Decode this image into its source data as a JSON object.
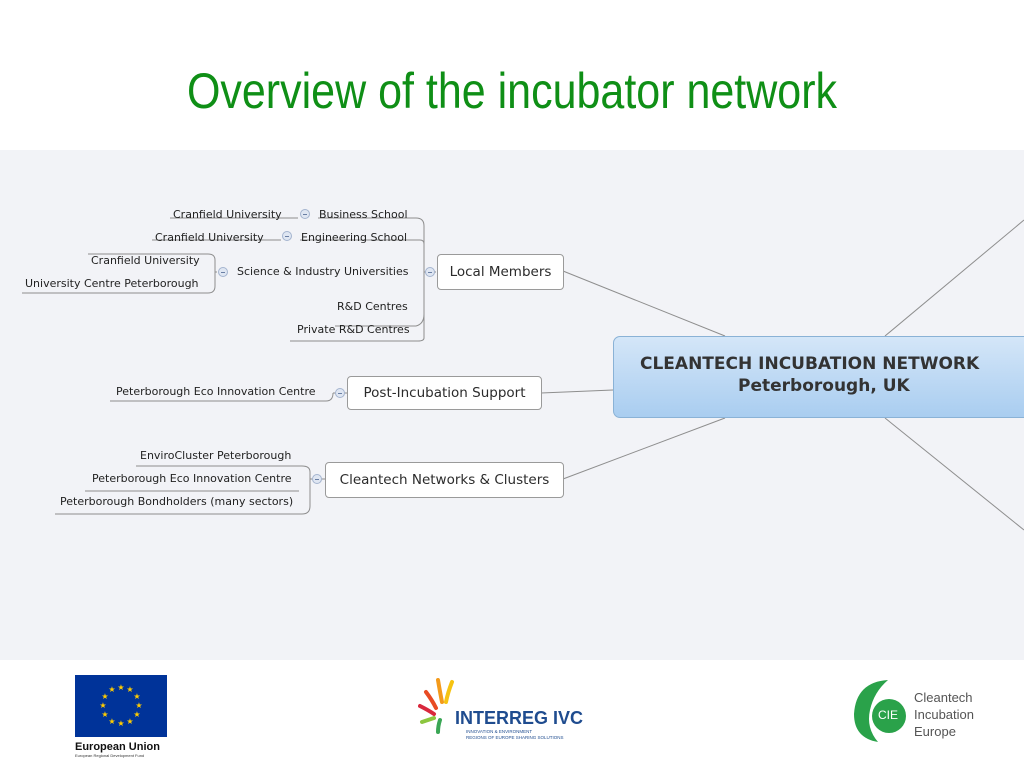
{
  "title": "Overview of the incubator network",
  "central": {
    "line1": "CLEANTECH INCUBATION NETWORK",
    "line2": "Peterborough, UK"
  },
  "branches": {
    "local_members": {
      "label": "Local Members",
      "business_school": {
        "label": "Business School",
        "child": "Cranfield University"
      },
      "engineering_school": {
        "label": "Engineering School",
        "child": "Cranfield University"
      },
      "universities": {
        "label": "Science & Industry Universities",
        "children": [
          "Cranfield University",
          "University Centre Peterborough"
        ]
      },
      "rd_centres": "R&D Centres",
      "private_rd": "Private R&D Centres"
    },
    "post_incubation": {
      "label": "Post-Incubation Support",
      "children": [
        "Peterborough Eco Innovation Centre"
      ]
    },
    "clusters": {
      "label": "Cleantech Networks & Clusters",
      "children": [
        "EnviroCluster Peterborough",
        "Peterborough Eco Innovation Centre",
        "Peterborough Bondholders (many sectors)"
      ]
    }
  },
  "logos": {
    "eu": {
      "name": "European Union",
      "sub": "European Regional Development Fund"
    },
    "interreg": {
      "name": "INTERREG IVC",
      "sub1": "INNOVATION & ENVIRONMENT",
      "sub2": "REGIONS OF EUROPE SHARING SOLUTIONS"
    },
    "cie": {
      "mark": "CIE",
      "line1": "Cleantech",
      "line2": "Incubation",
      "line3": "Europe"
    }
  },
  "colors": {
    "title": "#0f8f16",
    "central_fill": "#b9d8f4",
    "panel": "#f2f3f7",
    "eu_blue": "#003399",
    "eu_stars": "#ffcc00",
    "cie_green": "#2aa24a"
  }
}
